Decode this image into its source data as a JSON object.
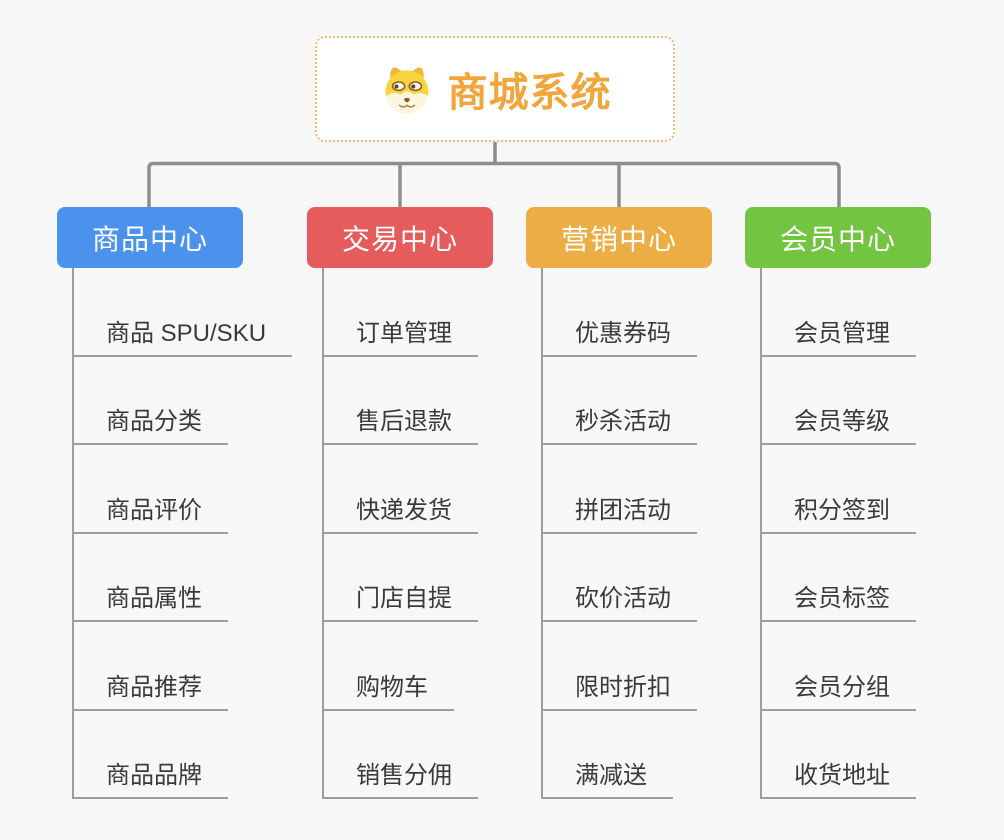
{
  "root": {
    "title": "商城系统"
  },
  "branches": [
    {
      "label": "商品中心",
      "color": "#4a92ec",
      "children": [
        "商品 SPU/SKU",
        "商品分类",
        "商品评价",
        "商品属性",
        "商品推荐",
        "商品品牌"
      ]
    },
    {
      "label": "交易中心",
      "color": "#e45c5c",
      "children": [
        "订单管理",
        "售后退款",
        "快递发货",
        "门店自提",
        "购物车",
        "销售分佣"
      ]
    },
    {
      "label": "营销中心",
      "color": "#ecae44",
      "children": [
        "优惠券码",
        "秒杀活动",
        "拼团活动",
        "砍价活动",
        "限时折扣",
        "满减送"
      ]
    },
    {
      "label": "会员中心",
      "color": "#72c441",
      "children": [
        "会员管理",
        "会员等级",
        "积分签到",
        "会员标签",
        "会员分组",
        "收货地址"
      ]
    }
  ],
  "icons": {
    "root_icon": "dog-face-icon"
  },
  "colors": {
    "background": "#f7f7f7",
    "connector": "#8d8d8d",
    "leaf_line": "#9d9d9d",
    "root_text": "#f1a63d",
    "root_border": "#f1bd6d",
    "leaf_text": "#3a3a3a"
  }
}
